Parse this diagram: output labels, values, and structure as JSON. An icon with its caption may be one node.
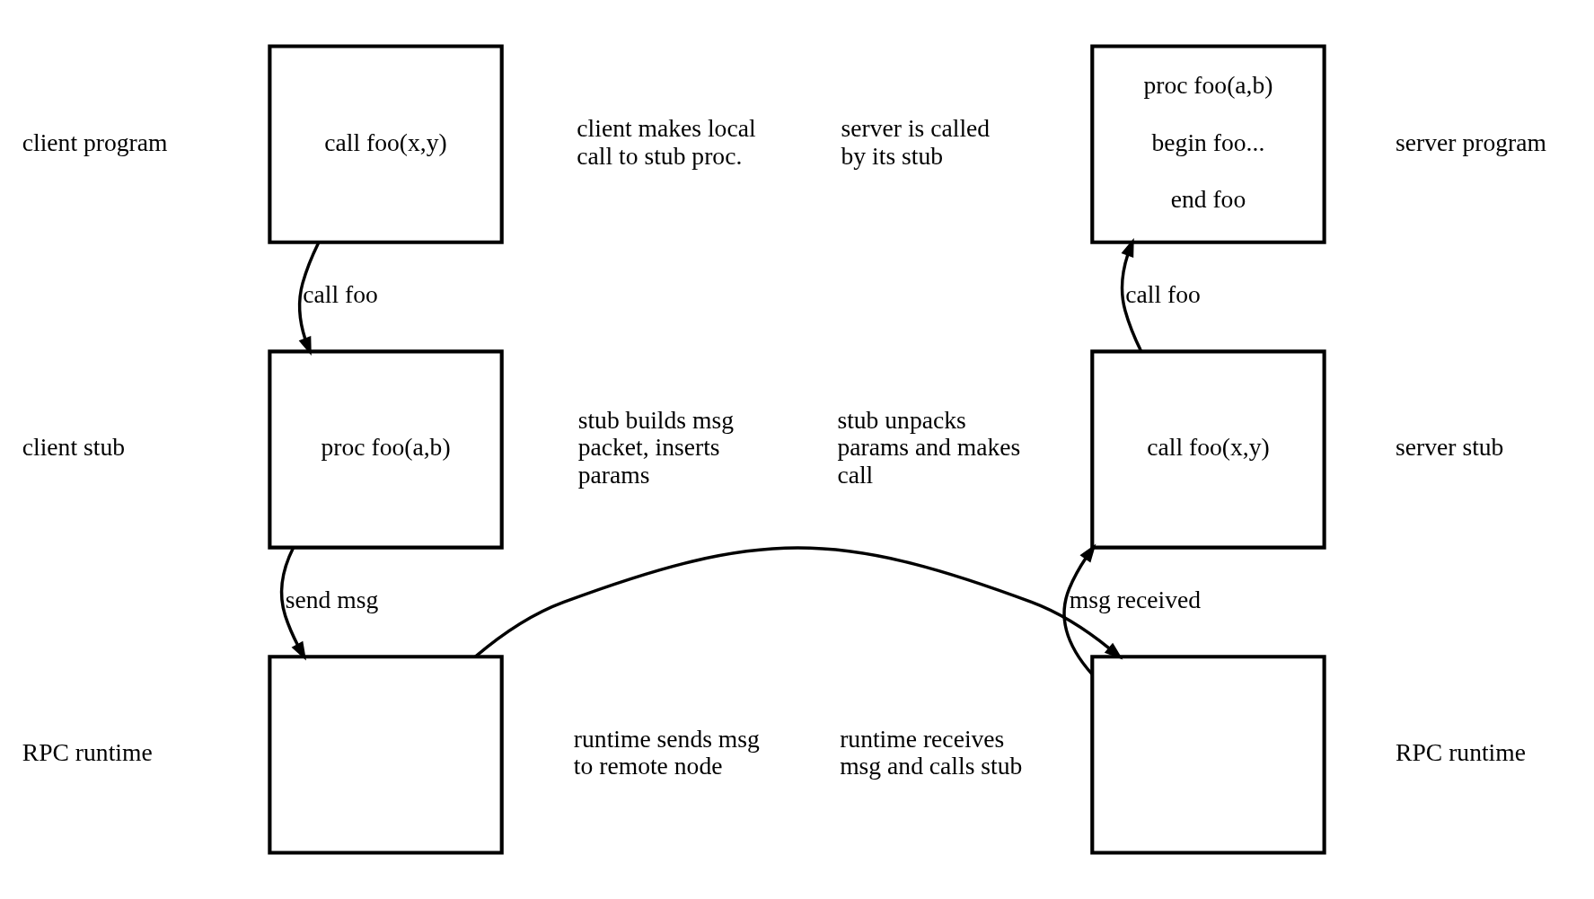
{
  "diagram": {
    "nodes": [
      {
        "text": [
          "call foo(x,y)"
        ]
      },
      {
        "text": [
          "proc foo(a,b)"
        ]
      },
      {
        "text": [],
        "shape": "box"
      },
      {
        "text": [
          "proc foo(a,b)",
          "begin foo...",
          "end foo"
        ]
      },
      {
        "text": [
          "call foo(x,y)"
        ]
      },
      {
        "text": [],
        "shape": "box"
      }
    ],
    "edges": [
      {
        "from": 0,
        "to": 1,
        "arrow": "to",
        "label": "call foo"
      },
      {
        "from": 1,
        "to": 2,
        "arrow": "to",
        "label": "send msg"
      },
      {
        "from": 2,
        "to": 5,
        "arrow": "to"
      },
      {
        "from": 5,
        "to": 4,
        "arrow": "to",
        "label": "msg received"
      },
      {
        "from": 4,
        "to": 3,
        "arrow": "to",
        "label": "call foo"
      }
    ],
    "labels": [
      "client program",
      "client makes local call to stub proc.",
      "server is called by its stub",
      "server program",
      "client stub",
      "stub builds msg packet, inserts params",
      "stub unpacks params and makes call",
      "server stub",
      "RPC runtime",
      "runtime sends msg to remote node",
      "runtime receives msg and calls stub",
      "RPC runtime"
    ]
  }
}
